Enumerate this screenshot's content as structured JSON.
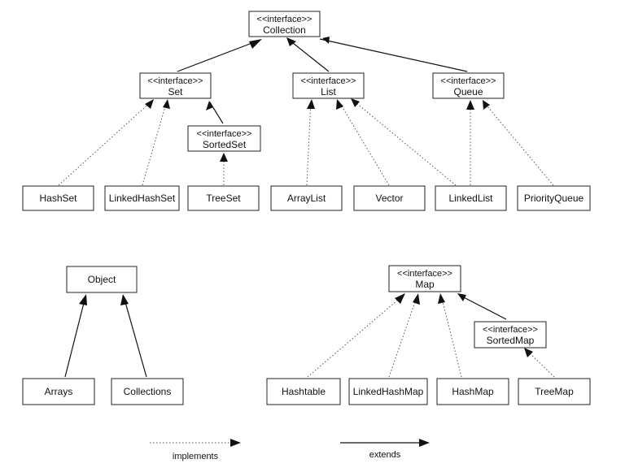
{
  "nodes": {
    "collection": {
      "stereotype": "<<interface>>",
      "name": "Collection"
    },
    "set": {
      "stereotype": "<<interface>>",
      "name": "Set"
    },
    "list": {
      "stereotype": "<<interface>>",
      "name": "List"
    },
    "queue": {
      "stereotype": "<<interface>>",
      "name": "Queue"
    },
    "sortedset": {
      "stereotype": "<<interface>>",
      "name": "SortedSet"
    },
    "hashset": {
      "name": "HashSet"
    },
    "linkedhashset": {
      "name": "LinkedHashSet"
    },
    "treeset": {
      "name": "TreeSet"
    },
    "arraylist": {
      "name": "ArrayList"
    },
    "vector": {
      "name": "Vector"
    },
    "linkedlist": {
      "name": "LinkedList"
    },
    "priorityqueue": {
      "name": "PriorityQueue"
    },
    "object": {
      "name": "Object"
    },
    "arrays": {
      "name": "Arrays"
    },
    "collections": {
      "name": "Collections"
    },
    "map": {
      "stereotype": "<<interface>>",
      "name": "Map"
    },
    "sortedmap": {
      "stereotype": "<<interface>>",
      "name": "SortedMap"
    },
    "hashtable": {
      "name": "Hashtable"
    },
    "linkedhashmap": {
      "name": "LinkedHashMap"
    },
    "hashmap": {
      "name": "HashMap"
    },
    "treemap": {
      "name": "TreeMap"
    }
  },
  "legend": {
    "implements": "implements",
    "extends": "extends"
  },
  "relations": [
    {
      "from": "set",
      "to": "collection",
      "kind": "extends"
    },
    {
      "from": "list",
      "to": "collection",
      "kind": "extends"
    },
    {
      "from": "queue",
      "to": "collection",
      "kind": "extends"
    },
    {
      "from": "sortedset",
      "to": "set",
      "kind": "extends"
    },
    {
      "from": "hashset",
      "to": "set",
      "kind": "implements"
    },
    {
      "from": "linkedhashset",
      "to": "set",
      "kind": "implements"
    },
    {
      "from": "treeset",
      "to": "sortedset",
      "kind": "implements"
    },
    {
      "from": "arraylist",
      "to": "list",
      "kind": "implements"
    },
    {
      "from": "vector",
      "to": "list",
      "kind": "implements"
    },
    {
      "from": "linkedlist",
      "to": "list",
      "kind": "implements"
    },
    {
      "from": "linkedlist",
      "to": "queue",
      "kind": "implements"
    },
    {
      "from": "priorityqueue",
      "to": "queue",
      "kind": "implements"
    },
    {
      "from": "arrays",
      "to": "object",
      "kind": "extends"
    },
    {
      "from": "collections",
      "to": "object",
      "kind": "extends"
    },
    {
      "from": "hashtable",
      "to": "map",
      "kind": "implements"
    },
    {
      "from": "linkedhashmap",
      "to": "map",
      "kind": "implements"
    },
    {
      "from": "hashmap",
      "to": "map",
      "kind": "implements"
    },
    {
      "from": "sortedmap",
      "to": "map",
      "kind": "extends"
    },
    {
      "from": "treemap",
      "to": "sortedmap",
      "kind": "implements"
    }
  ]
}
